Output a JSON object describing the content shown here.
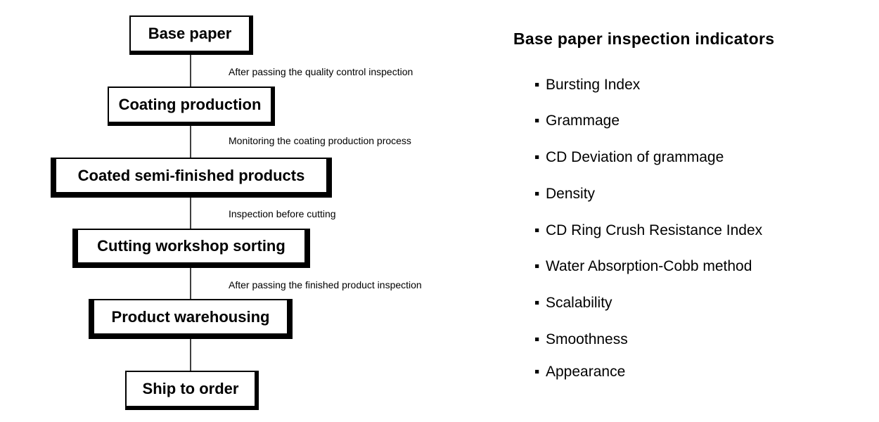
{
  "flow": {
    "steps": [
      {
        "label": "Base paper"
      },
      {
        "label": "Coating production"
      },
      {
        "label": "Coated semi-finished products"
      },
      {
        "label": "Cutting workshop sorting"
      },
      {
        "label": "Product warehousing"
      },
      {
        "label": "Ship to order"
      }
    ],
    "connectors": [
      {
        "label": "After passing the quality control inspection"
      },
      {
        "label": "Monitoring the coating production process"
      },
      {
        "label": "Inspection before cutting"
      },
      {
        "label": "After passing the finished product inspection"
      },
      {
        "label": ""
      }
    ]
  },
  "indicators": {
    "title": "Base paper inspection indicators",
    "bullet": "▪",
    "items": [
      "Bursting Index",
      "Grammage",
      "CD Deviation of grammage",
      "Density",
      "CD Ring Crush Resistance Index",
      "Water Absorption-Cobb method",
      "Scalability",
      "Smoothness",
      "Appearance"
    ]
  }
}
